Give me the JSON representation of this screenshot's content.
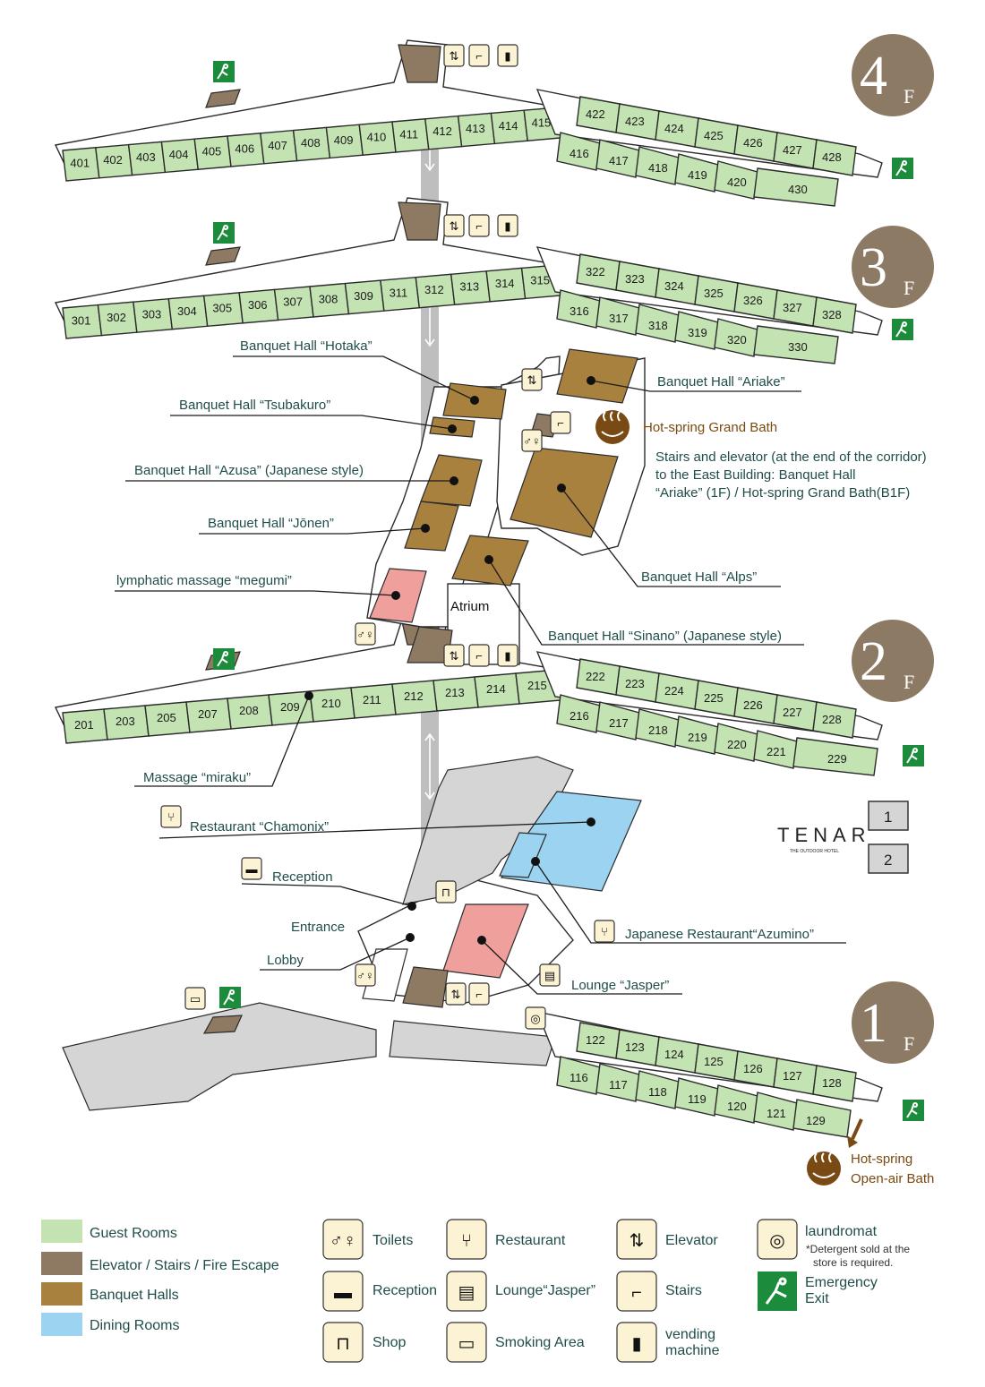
{
  "floors": {
    "f4": {
      "badge": "4",
      "suffix": "F",
      "rooms_left": [
        "401",
        "402",
        "403",
        "404",
        "405",
        "406",
        "407",
        "408",
        "409",
        "410",
        "411",
        "412",
        "413",
        "414",
        "415"
      ],
      "rooms_right_top": [
        "422",
        "423",
        "424",
        "425",
        "426",
        "427",
        "428"
      ],
      "rooms_right_bottom": [
        "416",
        "417",
        "418",
        "419",
        "420",
        "430"
      ]
    },
    "f3": {
      "badge": "3",
      "suffix": "F",
      "rooms_left": [
        "301",
        "302",
        "303",
        "304",
        "305",
        "306",
        "307",
        "308",
        "309",
        "311",
        "312",
        "313",
        "314",
        "315"
      ],
      "rooms_right_top": [
        "322",
        "323",
        "324",
        "325",
        "326",
        "327",
        "328"
      ],
      "rooms_right_bottom": [
        "316",
        "317",
        "318",
        "319",
        "320",
        "330"
      ]
    },
    "f2": {
      "badge": "2",
      "suffix": "F",
      "rooms_left": [
        "201",
        "203",
        "205",
        "207",
        "208",
        "209",
        "210",
        "211",
        "212",
        "213",
        "214",
        "215"
      ],
      "rooms_right_top": [
        "222",
        "223",
        "224",
        "225",
        "226",
        "227",
        "228"
      ],
      "rooms_right_bottom": [
        "216",
        "217",
        "218",
        "219",
        "220",
        "221",
        "229"
      ]
    },
    "f1": {
      "badge": "1",
      "suffix": "F",
      "rooms_right_top": [
        "122",
        "123",
        "124",
        "125",
        "126",
        "127",
        "128"
      ],
      "rooms_right_bottom": [
        "116",
        "117",
        "118",
        "119",
        "120",
        "121",
        "129"
      ]
    }
  },
  "labels": {
    "hotaka": "Banquet Hall “Hotaka”",
    "tsubakuro": "Banquet Hall “Tsubakuro”",
    "azusa": "Banquet Hall “Azusa” (Japanese style)",
    "jonen": "Banquet Hall “Jōnen”",
    "megumi": "lymphatic massage “megumi”",
    "ariake": "Banquet Hall “Ariake”",
    "hotspring_grand": "Hot-spring Grand Bath",
    "east_note_1": "Stairs and elevator (at the end of the corridor)",
    "east_note_2": "to the East Building: Banquet Hall",
    "east_note_3": "“Ariake” (1F) / Hot-spring Grand Bath(B1F)",
    "alps": "Banquet Hall “Alps”",
    "atrium": "Atrium",
    "sinano": "Banquet Hall “Sinano” (Japanese style)",
    "miraku": "Massage “miraku”",
    "chamonix": "Restaurant “Chamonix”",
    "reception": "Reception",
    "entrance": "Entrance",
    "lobby": "Lobby",
    "azumino": "Japanese Restaurant“Azumino”",
    "jasper": "Lounge “Jasper”",
    "openair_1": "Hot-spring",
    "openair_2": "Open-air Bath"
  },
  "brand": {
    "name": "TENAR",
    "tagline": "THE OUTDOOR HOTEL",
    "floor_buttons": [
      "1",
      "2"
    ]
  },
  "legend": {
    "colors": [
      {
        "label": "Guest Rooms",
        "color": "#c4e3b3"
      },
      {
        "label": "Elevator / Stairs / Fire Escape",
        "color": "#8e7a62"
      },
      {
        "label": "Banquet Halls",
        "color": "#a8813e"
      },
      {
        "label": "Dining Rooms",
        "color": "#9bd3f0"
      }
    ],
    "icons": [
      {
        "icon": "toilets-icon",
        "label": "Toilets"
      },
      {
        "icon": "reception-icon",
        "label": "Reception"
      },
      {
        "icon": "shop-icon",
        "label": "Shop"
      },
      {
        "icon": "restaurant-icon",
        "label": "Restaurant"
      },
      {
        "icon": "lounge-icon",
        "label": "Lounge“Jasper”"
      },
      {
        "icon": "smoking-icon",
        "label": "Smoking Area"
      },
      {
        "icon": "elevator-icon",
        "label": "Elevator"
      },
      {
        "icon": "stairs-icon",
        "label": "Stairs"
      },
      {
        "icon": "vending-icon",
        "label": "vending",
        "label2": "machine"
      },
      {
        "icon": "laundromat-icon",
        "label": "laundromat",
        "note1": "*Detergent sold at the",
        "note2": "store is required."
      },
      {
        "icon": "exit-icon",
        "label": "Emergency",
        "label2": "Exit"
      }
    ]
  }
}
